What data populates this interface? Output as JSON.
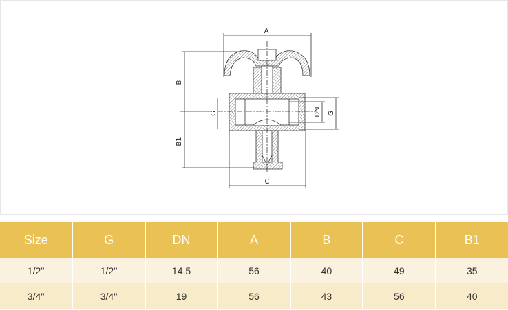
{
  "drawing": {
    "labels": {
      "A": "A",
      "B": "B",
      "B1": "B1",
      "C": "C",
      "G_left": "G",
      "DN": "DN",
      "G_right": "G"
    }
  },
  "table": {
    "headers": [
      "Size",
      "G",
      "DN",
      "A",
      "B",
      "C",
      "B1"
    ],
    "rows": [
      [
        "1/2''",
        "1/2''",
        "14.5",
        "56",
        "40",
        "49",
        "35"
      ],
      [
        "3/4''",
        "3/4''",
        "19",
        "56",
        "43",
        "56",
        "40"
      ]
    ]
  },
  "colors": {
    "header": "#E9C155",
    "row1": "#FAF2DE",
    "row2": "#F8EBC9"
  }
}
